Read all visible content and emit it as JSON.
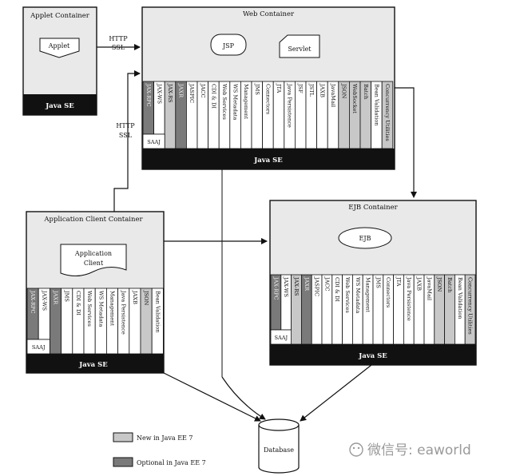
{
  "containers": {
    "applet": {
      "title": "Applet Container",
      "component": "Applet",
      "platform": "Java SE"
    },
    "web": {
      "title": "Web Container",
      "components": [
        "JSP",
        "Servlet"
      ],
      "platform": "Java SE",
      "apis": [
        "JAX-RPC",
        "JAX-WS",
        "JAX-RS",
        "JAXR",
        "JASPIC",
        "JACC",
        "CDI & DI",
        "Web Services",
        "WS Metadata",
        "Management",
        "JMS",
        "Connectors",
        "JTA",
        "Java Persistence",
        "JSF",
        "JSTL",
        "JAXB",
        "JavaMail",
        "JSON",
        "WebSocket",
        "Batch",
        "Bean Validation",
        "Concurrency Utilities"
      ],
      "saaj": "SAAJ"
    },
    "app_client": {
      "title": "Application Client Container",
      "component": "Application Client",
      "platform": "Java SE",
      "apis": [
        "JAX-RPC",
        "JAX-WS",
        "JAXR",
        "JMS",
        "CDI & DI",
        "Web Services",
        "WS Metadata",
        "Management",
        "Java Persistence",
        "JAXB",
        "JSON",
        "Bean Validation"
      ],
      "saaj": "SAAJ"
    },
    "ejb": {
      "title": "EJB Container",
      "component": "EJB",
      "platform": "Java SE",
      "apis": [
        "JAX-RPC",
        "JAX-WS",
        "JAX-RS",
        "JAXR",
        "JASPIC",
        "JACC",
        "CDI & DI",
        "Web Services",
        "WS Metadata",
        "Management",
        "JMS",
        "Connectors",
        "JTA",
        "Java Persistence",
        "JAXB",
        "JavaMail",
        "JSON",
        "Batch",
        "Bean Validation",
        "Concurrency Utilities"
      ],
      "saaj": "SAAJ"
    }
  },
  "connections": {
    "applet_to_web": "HTTP\nSSL",
    "client_to_web": "HTTP\nSSL"
  },
  "database": "Database",
  "legend": {
    "new": "New in Java EE 7",
    "optional": "Optional in Java EE 7"
  },
  "watermark": "微信号: eaworld",
  "colors": {
    "new": "#c8c8c8",
    "optional": "#7a7a7a",
    "platform": "#111111",
    "panel": "#e9e9e9"
  }
}
